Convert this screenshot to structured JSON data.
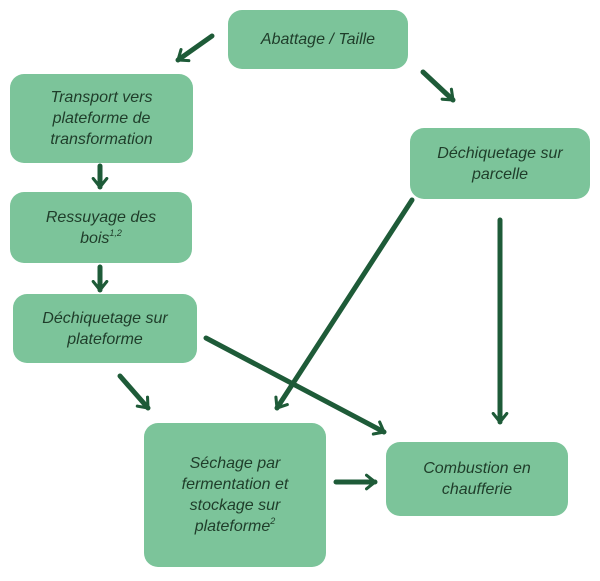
{
  "diagram": {
    "nodes": {
      "abattage": {
        "text": "Abattage / Taille",
        "sup": ""
      },
      "transport": {
        "text": "Transport vers plateforme de transformation",
        "sup": ""
      },
      "dechiq_parcelle": {
        "text": "Déchiquetage sur parcelle",
        "sup": ""
      },
      "ressuyage": {
        "text": "Ressuyage des bois",
        "sup": "1,2"
      },
      "dechiq_plateforme": {
        "text": "Déchiquetage sur plateforme",
        "sup": ""
      },
      "sechage": {
        "text": "Séchage par fermentation et stockage sur plateforme",
        "sup": "2"
      },
      "combustion": {
        "text": "Combustion en chaufferie",
        "sup": ""
      }
    },
    "edges": [
      {
        "from": "abattage",
        "to": "transport"
      },
      {
        "from": "abattage",
        "to": "dechiq_parcelle"
      },
      {
        "from": "transport",
        "to": "ressuyage"
      },
      {
        "from": "ressuyage",
        "to": "dechiq_plateforme"
      },
      {
        "from": "dechiq_plateforme",
        "to": "sechage"
      },
      {
        "from": "dechiq_plateforme",
        "to": "combustion"
      },
      {
        "from": "dechiq_parcelle",
        "to": "sechage"
      },
      {
        "from": "dechiq_parcelle",
        "to": "combustion"
      },
      {
        "from": "sechage",
        "to": "combustion"
      }
    ],
    "colors": {
      "node_fill": "#7cc49a",
      "node_text": "#1f3d2a",
      "arrow": "#1e5b38"
    }
  }
}
